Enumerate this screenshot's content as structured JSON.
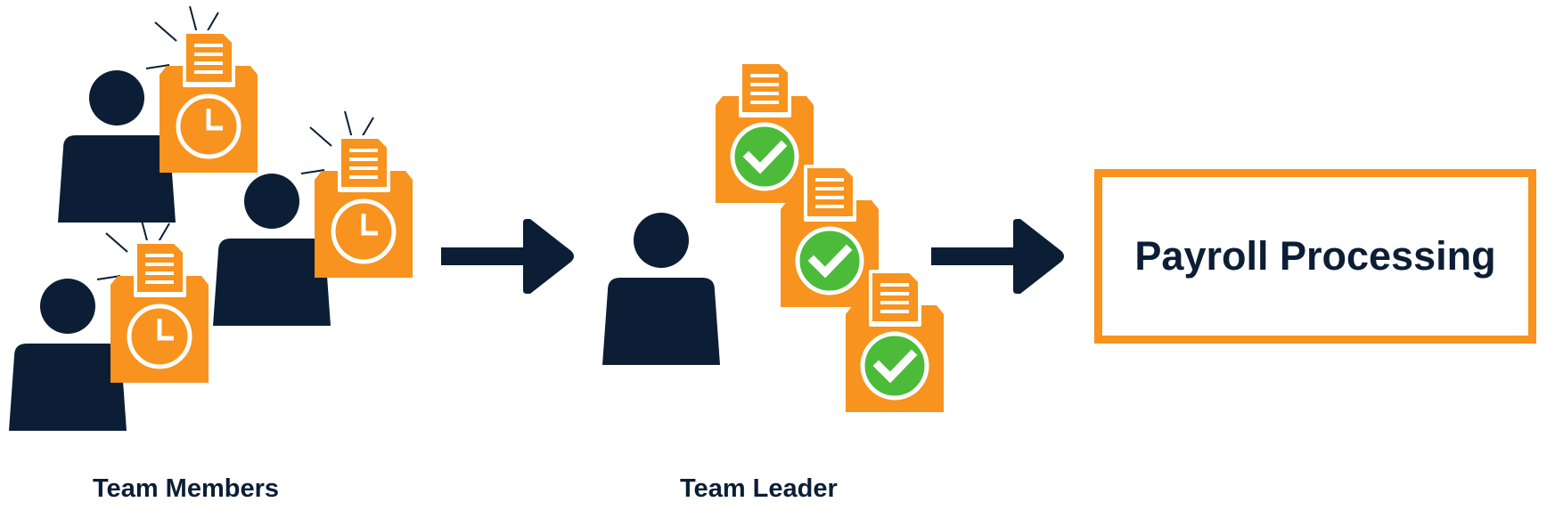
{
  "labels": {
    "team_members": "Team Members",
    "team_leader": "Team Leader",
    "payroll_processing": "Payroll Processing"
  },
  "colors": {
    "navy": "#0b1e36",
    "orange": "#f7931e",
    "green": "#4cbb3a",
    "white": "#ffffff"
  },
  "icons": {
    "member_person": "person-icon",
    "leader_person": "person-icon",
    "pending_timesheet": "timesheet-clock-icon",
    "approved_timesheet": "timesheet-check-icon",
    "flow_arrow": "arrow-right-icon"
  }
}
